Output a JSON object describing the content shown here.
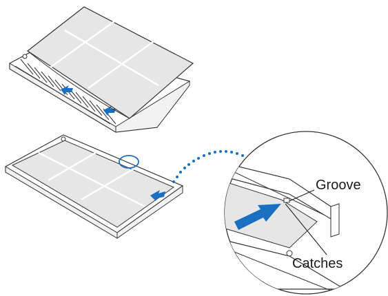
{
  "callout": {
    "groove_label": "Groove",
    "catches_label": "Catches"
  },
  "colors": {
    "sheet_fill": "#e6e6e6",
    "sheet_lines": "#ffffff",
    "outline": "#333333",
    "arrow": "#1a6fc0",
    "dots": "#1a6fc0",
    "frame_fill": "#ffffff"
  },
  "icons": {
    "arrow": "blue-push-arrow",
    "highlight": "circle-highlight"
  }
}
